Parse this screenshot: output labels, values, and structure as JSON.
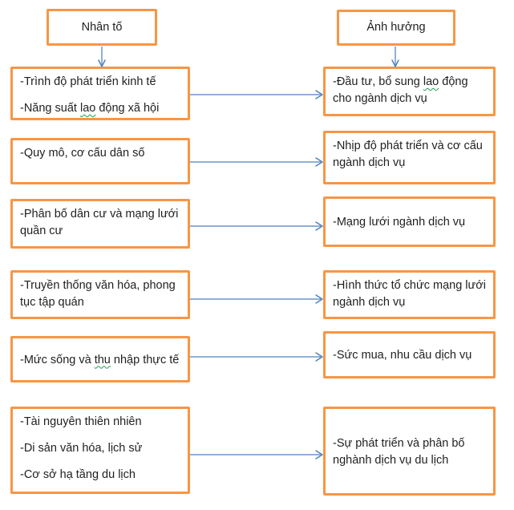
{
  "diagram": {
    "headers": {
      "left": "Nhân tố",
      "right": "Ảnh hưởng"
    },
    "rows": [
      {
        "left": {
          "paragraphs": [
            {
              "text": "-Trình độ phát triển kinh tế"
            },
            {
              "pre": "-Năng suất ",
              "mis": "lao",
              "post": " động xã hội"
            }
          ]
        },
        "right": {
          "paragraphs": [
            {
              "pre": "-Đầu tư, bổ sung ",
              "mis": "lao",
              "post": " động cho ngành dịch vụ"
            }
          ]
        }
      },
      {
        "left": {
          "paragraphs": [
            {
              "text": "-Quy mô, cơ cấu dân số"
            }
          ]
        },
        "right": {
          "paragraphs": [
            {
              "text": "-Nhịp độ phát triển và cơ cấu ngành dịch vụ"
            }
          ]
        }
      },
      {
        "left": {
          "paragraphs": [
            {
              "text": "-Phân bố dân cư và mạng lưới quần cư"
            }
          ]
        },
        "right": {
          "paragraphs": [
            {
              "text": "-Mạng lưới ngành dịch vụ"
            }
          ]
        }
      },
      {
        "left": {
          "paragraphs": [
            {
              "text": "-Truyền thống văn hóa, phong tục tập quán"
            }
          ]
        },
        "right": {
          "paragraphs": [
            {
              "text": "-Hình thức tổ chức mạng lưới ngành dịch vụ"
            }
          ]
        }
      },
      {
        "left": {
          "paragraphs": [
            {
              "pre": "-Mức sống và ",
              "mis": "thu",
              "post": " nhập thực tế"
            }
          ]
        },
        "right": {
          "paragraphs": [
            {
              "text": "-Sức mua, nhu cầu dịch vụ"
            }
          ]
        }
      },
      {
        "left": {
          "paragraphs": [
            {
              "text": "-Tài nguyên thiên nhiên"
            },
            {
              "text": "-Di sản văn hóa, lịch sử"
            },
            {
              "text": "-Cơ sở hạ tầng du lịch"
            }
          ]
        },
        "right": {
          "paragraphs": [
            {
              "text": "-Sự phát triển và phân bố nghành dịch vụ du lịch"
            }
          ]
        }
      }
    ],
    "colors": {
      "box_border": "#F79646",
      "arrow_shaft": "#6D96C9",
      "arrow_head": "#4F81BD",
      "squiggle": "#1E9E50",
      "text": "#1F1F1F"
    }
  }
}
